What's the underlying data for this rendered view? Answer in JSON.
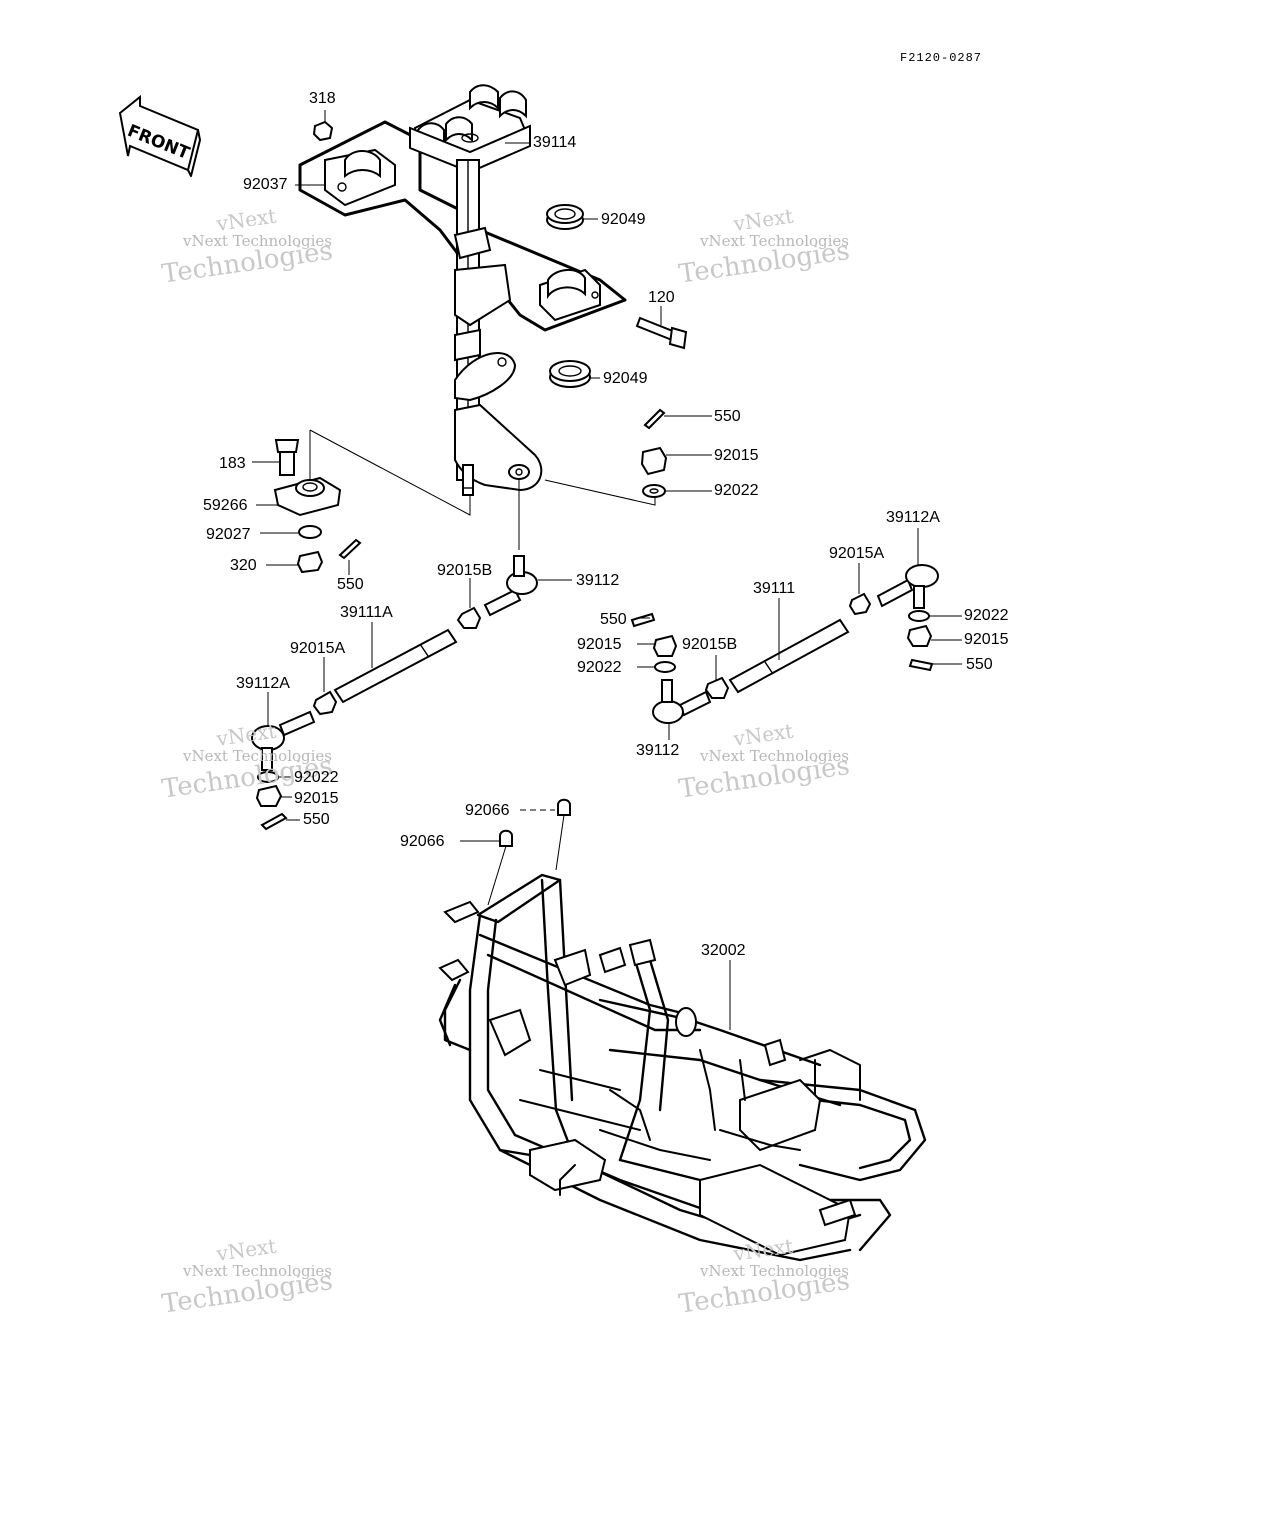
{
  "diagram_ref": "F2120-0287",
  "front_label": "FRONT",
  "watermark": {
    "line1": "vNext",
    "line2": "vNext Technologies",
    "line3": "Technologies"
  },
  "labels": {
    "p318": "318",
    "p39114": "39114",
    "p92037": "92037",
    "p92049a": "92049",
    "p120": "120",
    "p92049b": "92049",
    "p550a": "550",
    "p92015a": "92015",
    "p92022a": "92022",
    "p183": "183",
    "p59266": "59266",
    "p92027": "92027",
    "p320": "320",
    "p550b": "550",
    "p39112Ar": "39112A",
    "p92015Ar": "92015A",
    "p92015Bl": "92015B",
    "p39112l": "39112",
    "p39111": "39111",
    "p92022r": "92022",
    "p39111A": "39111A",
    "p550c": "550",
    "p92015r": "92015",
    "p92015Al": "92015A",
    "p92015c": "92015",
    "p92015Br": "92015B",
    "p550d": "550",
    "p92022c": "92022",
    "p39112Al": "39112A",
    "p39112r": "39112",
    "p92022l": "92022",
    "p92015l": "92015",
    "p550e": "550",
    "p92066a": "92066",
    "p92066b": "92066",
    "p32002": "32002"
  }
}
